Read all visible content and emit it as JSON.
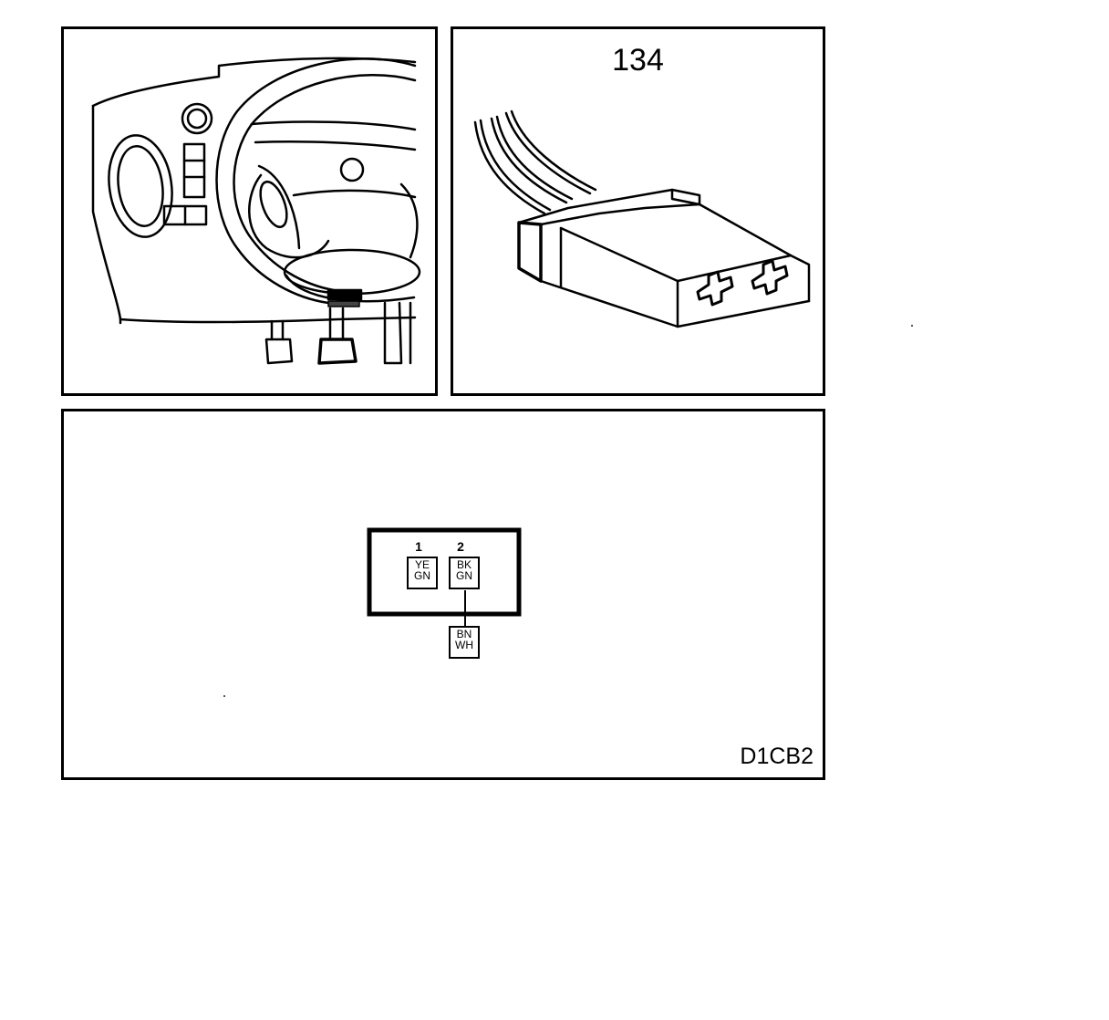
{
  "connector": {
    "number": "134",
    "pins": [
      {
        "number": "1",
        "wire_colors": [
          "YE",
          "GN"
        ]
      },
      {
        "number": "2",
        "wire_colors": [
          "BK",
          "GN"
        ]
      }
    ],
    "splice_wire_colors": [
      "BN",
      "WH"
    ]
  },
  "diagram_code": "D1CB2"
}
